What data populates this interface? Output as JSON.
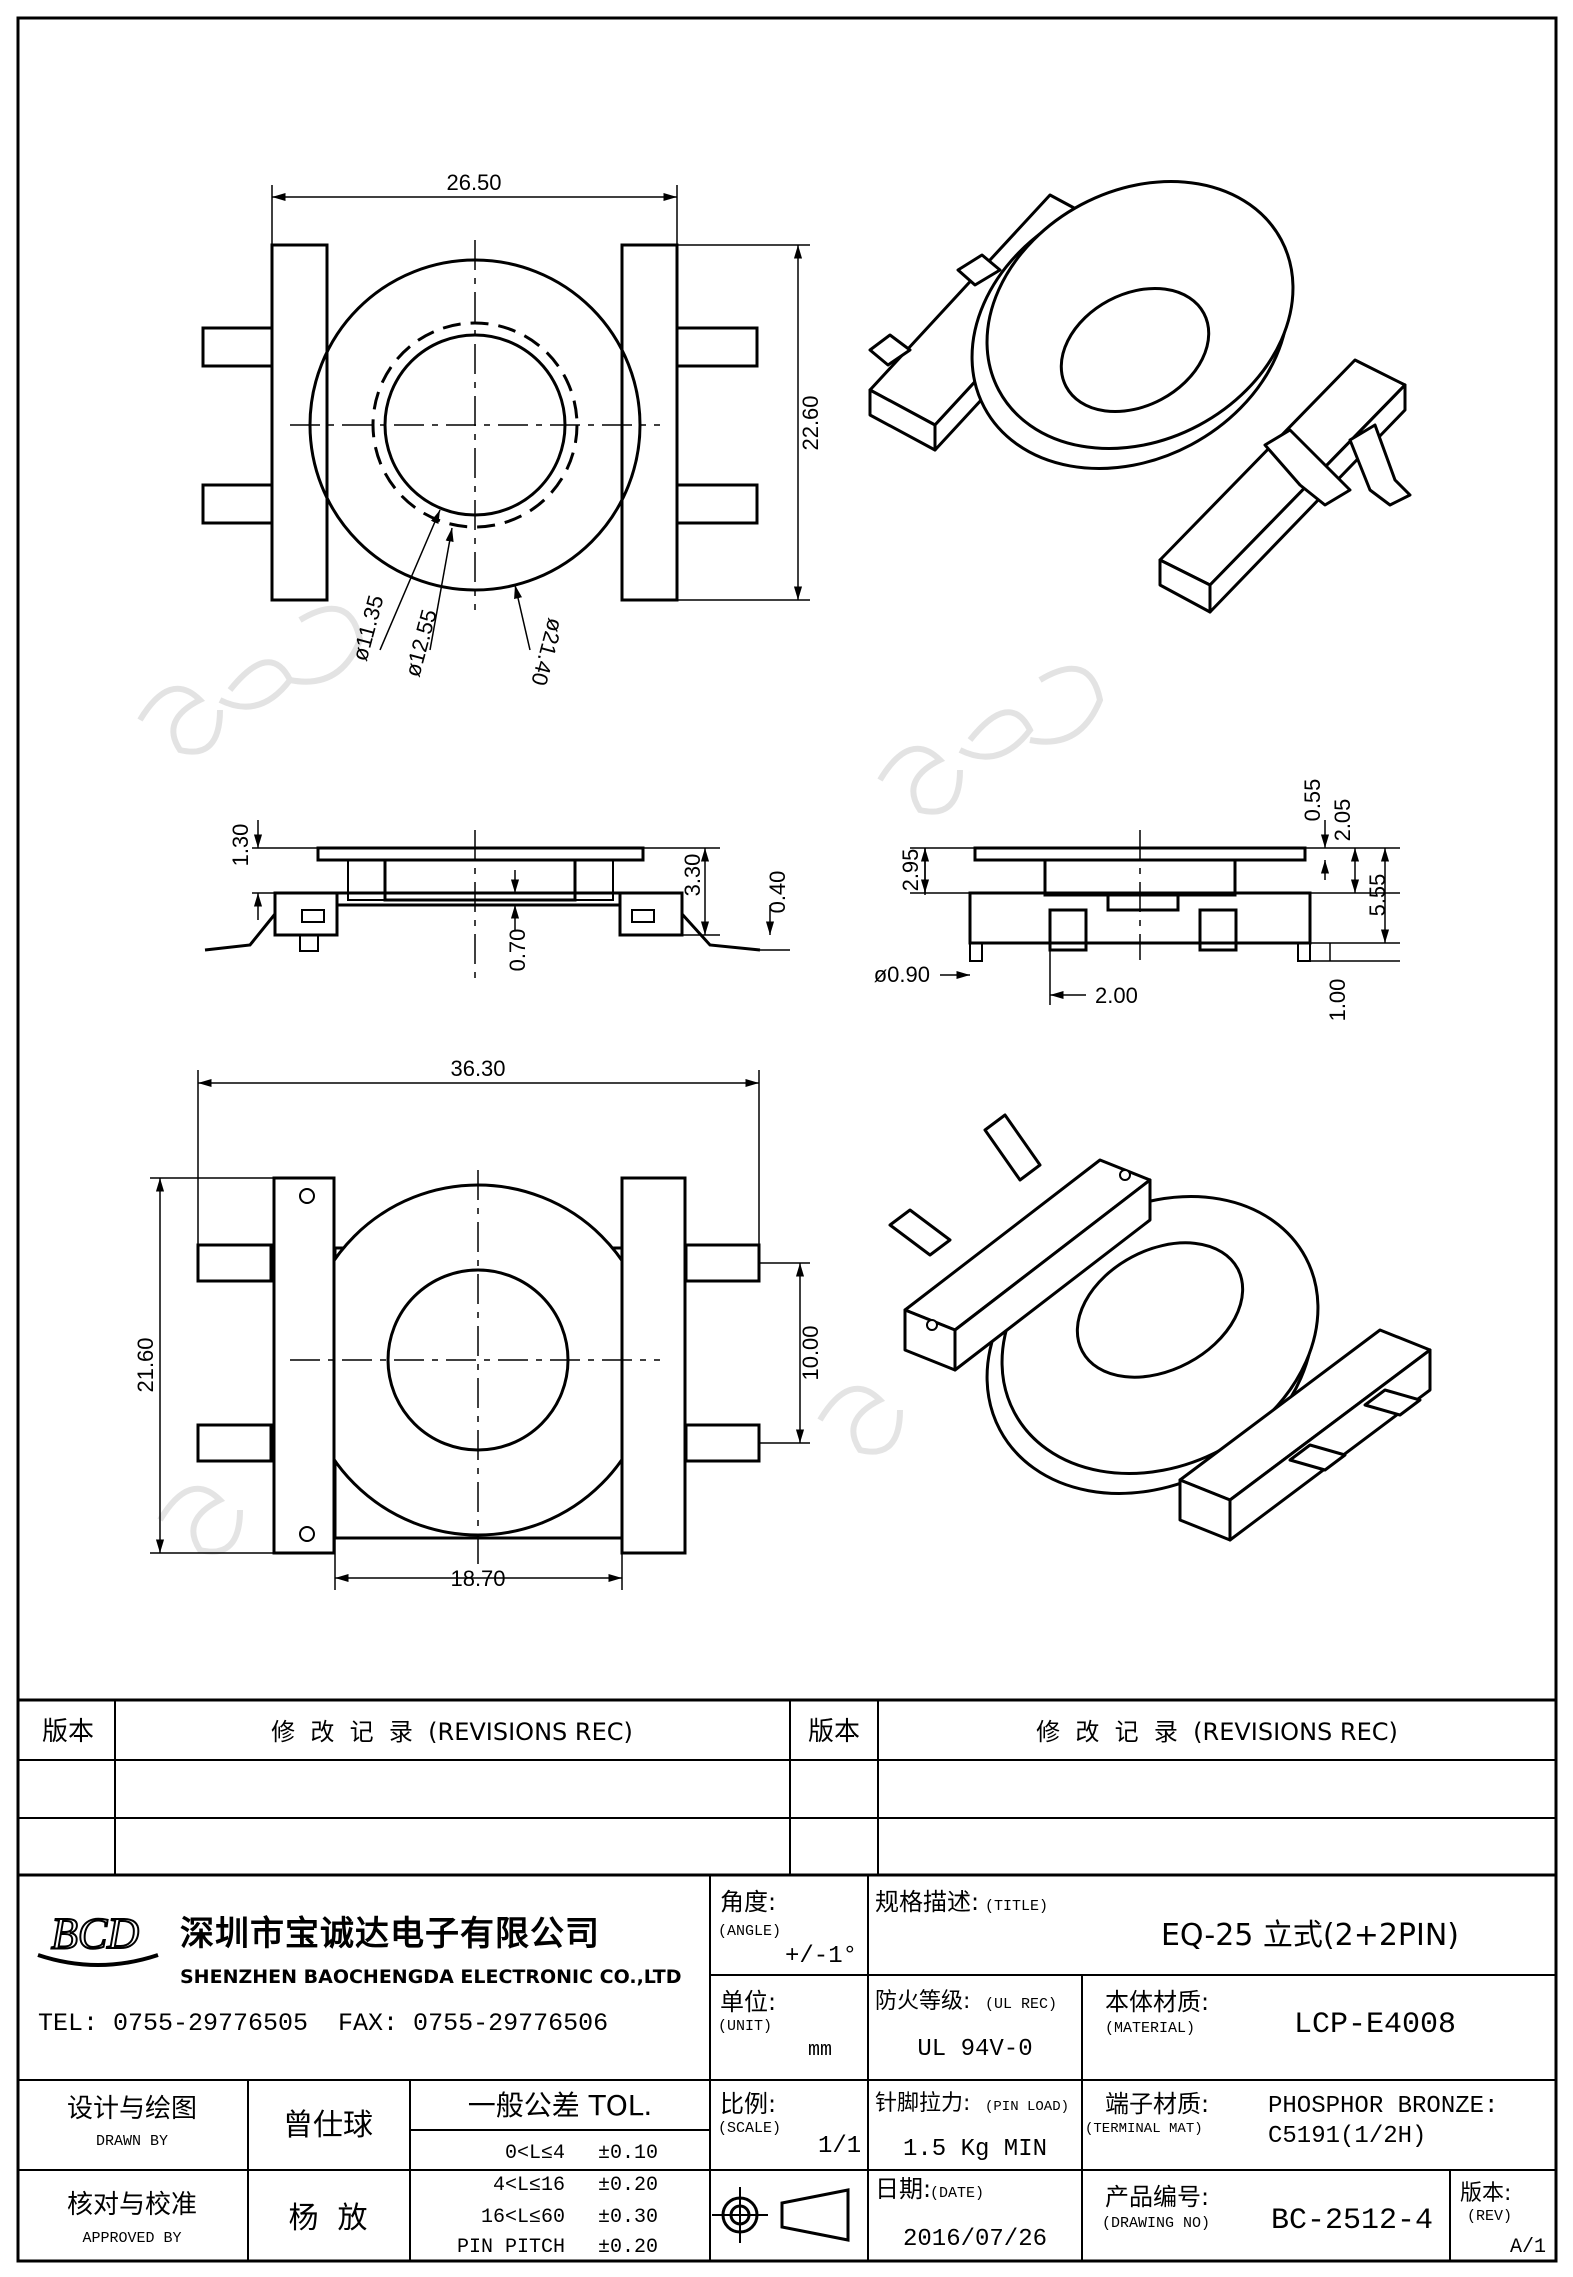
{
  "dimensions": {
    "top_width": "26.50",
    "top_height": "22.60",
    "dia_inner": "ø11.35",
    "dia_mid": "ø12.55",
    "dia_outer": "ø21.40",
    "side_1_30": "1.30",
    "side_3_30": "3.30",
    "side_0_40": "0.40",
    "side_0_70": "0.70",
    "front_2_95": "2.95",
    "front_0_55": "0.55",
    "front_2_05": "2.05",
    "front_5_55": "5.55",
    "front_pin_dia": "ø0.90",
    "front_2_00": "2.00",
    "front_1_00": "1.00",
    "bottom_width": "36.30",
    "bottom_height": "21.60",
    "bottom_10_00": "10.00",
    "bottom_18_70": "18.70"
  },
  "title_block": {
    "rev_header_left": "版本",
    "rev_record_left": "修  改  记  录  (REVISIONS REC)",
    "rev_header_right": "版本",
    "rev_record_right": "修  改  记  录  (REVISIONS REC)",
    "logo_text": "BCD",
    "company_cn": "深圳市宝诚达电子有限公司",
    "company_en": "SHENZHEN BAOCHENGDA ELECTRONIC CO.,LTD",
    "tel_fax": "TEL: 0755-29776505  FAX: 0755-29776506",
    "angle_label": "角度:",
    "angle_sub": "(ANGLE)",
    "angle_value": "+/-1°",
    "title_label": "规格描述:",
    "title_sub": "(TITLE)",
    "title_value": "EQ-25 立式(2+2PIN)",
    "unit_label": "单位:",
    "unit_sub": "(UNIT)",
    "unit_value": "mm",
    "ul_label": "防火等级:",
    "ul_sub": "(UL REC)",
    "ul_value": "UL 94V-0",
    "material_label": "本体材质:",
    "material_sub": "(MATERIAL)",
    "material_value": "LCP-E4008",
    "drawn_label": "设计与绘图",
    "drawn_sub": "DRAWN BY",
    "drawn_value": "曾仕球",
    "tol_label": "一般公差 TOL.",
    "tolerances": [
      {
        "range": "0<L≤4",
        "value": "±0.10"
      },
      {
        "range": "4<L≤16",
        "value": "±0.20"
      },
      {
        "range": "16<L≤60",
        "value": "±0.30"
      },
      {
        "range": "PIN PITCH",
        "value": "±0.20"
      }
    ],
    "scale_label": "比例:",
    "scale_sub": "(SCALE)",
    "scale_value": "1/1",
    "pin_label": "针脚拉力:",
    "pin_sub": "(PIN LOAD)",
    "pin_value": "1.5 Kg MIN",
    "terminal_label": "端子材质:",
    "terminal_sub": "(TERMINAL MAT)",
    "terminal_value_1": "PHOSPHOR BRONZE:",
    "terminal_value_2": "C5191(1/2H)",
    "approved_label": "核对与校准",
    "approved_sub": "APPROVED BY",
    "approved_value": "杨  放",
    "date_label": "日期:",
    "date_sub": "(DATE)",
    "date_value": "2016/07/26",
    "drawing_label": "产品编号:",
    "drawing_sub": "(DRAWING NO)",
    "drawing_value": "BC-2512-4",
    "rev_label": "版本:",
    "rev_sub": "(REV)",
    "rev_value": "A/1"
  }
}
